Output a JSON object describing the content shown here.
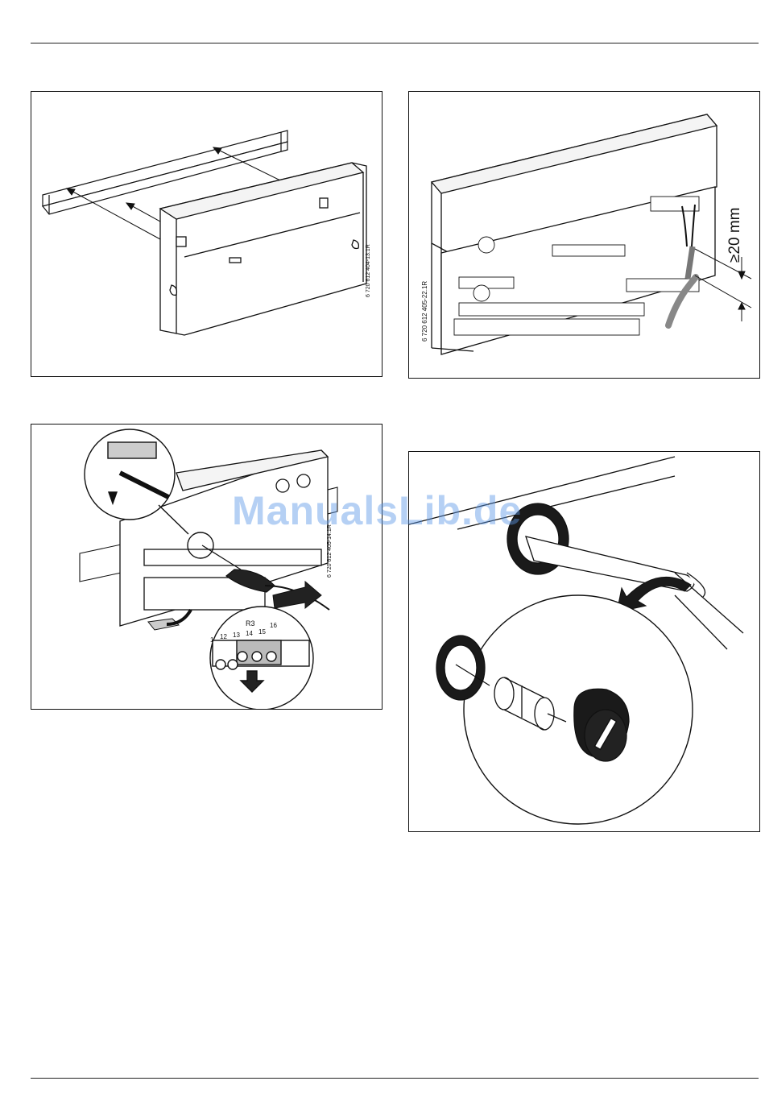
{
  "figures": {
    "rail_mount": {
      "part_no": "6 720 612 404-13.1R"
    },
    "cable_strip": {
      "part_no": "6 720 612 405-22.1R",
      "dimension": "≥20 mm"
    },
    "terminal_release": {
      "part_no": "6 720 612 405-14.1R",
      "relay_label": "R3",
      "terminal_numbers": [
        "1",
        "12",
        "13",
        "14",
        "15",
        "16"
      ]
    },
    "fuse_replace": {}
  },
  "watermark": "ManualsLib.de",
  "colors": {
    "line": "#111111",
    "fill_gray": "#c8c8c8",
    "fill_dark": "#1a1a1a",
    "watermark": "#5a96e6"
  }
}
